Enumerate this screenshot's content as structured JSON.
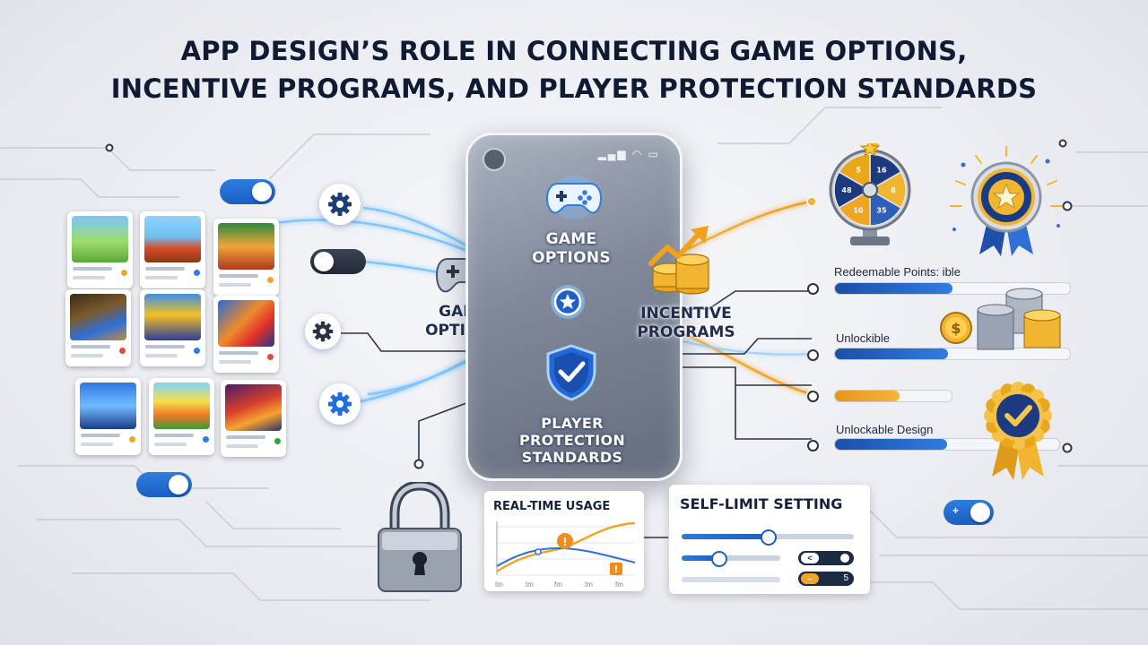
{
  "title": {
    "line1": "APP DESIGN’S ROLE IN CONNECTING GAME OPTIONS,",
    "line2": "INCENTIVE PROGRAMS, AND PLAYER PROTECTION STANDARDS"
  },
  "phone": {
    "status": "▂▄▆ ◠ ▭",
    "game_label_line1": "GAME",
    "game_label_line2": "OPTIONS",
    "protection_line1": "PLAYER",
    "protection_line2": "PROTECTION",
    "protection_line3": "STANDARDS"
  },
  "left_label": {
    "line1": "GAME",
    "line2": "OPTIONS"
  },
  "right_label": {
    "line1": "INCENTIVE",
    "line2": "PROGRAMS"
  },
  "rewards": {
    "items": [
      {
        "label": "Redeemable Points: ible",
        "progress": 0.5
      },
      {
        "label": "Unlockible",
        "progress": 0.48
      },
      {
        "label": "",
        "progress": 0.55
      },
      {
        "label": "Unlockable Design",
        "progress": 0.5
      }
    ],
    "wheel_numbers": [
      "16",
      "8",
      "35",
      "10",
      "48",
      "5"
    ],
    "coin_symbol": "$"
  },
  "usage_panel": {
    "title": "REAL-TIME USAGE",
    "ticks": [
      "tm",
      "tm",
      "fm",
      "tm",
      "fm"
    ],
    "alert_symbol": "!"
  },
  "limit_panel": {
    "title": "SELF-LIMIT SETTING",
    "slider1": 0.5,
    "slider2": 0.37,
    "toggle1_value": "<",
    "toggle2_value": "5",
    "toggle2_mark": "–"
  },
  "colors": {
    "accent_blue": "#1b6fe0",
    "glow_blue": "#5fb4ff",
    "gold": "#f0a624",
    "navy": "#15233f"
  }
}
